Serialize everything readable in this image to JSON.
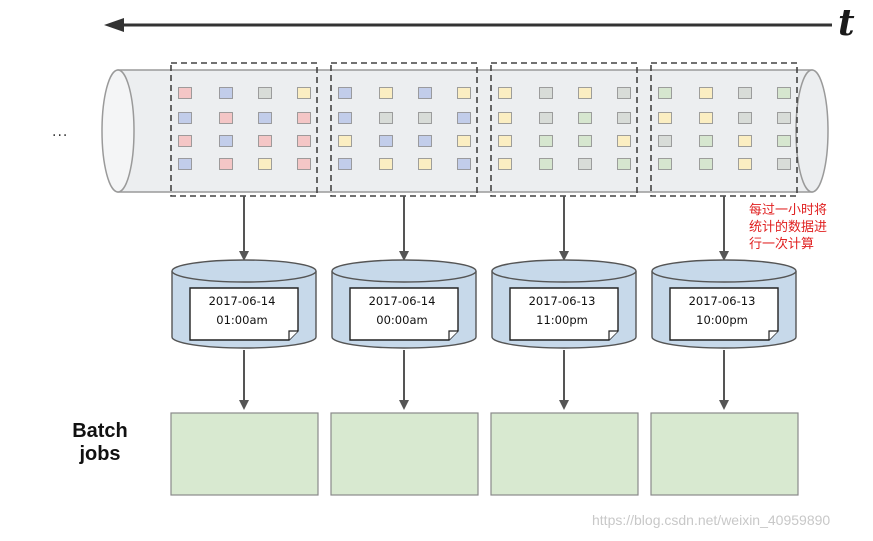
{
  "axis": {
    "label": "t"
  },
  "stream": {
    "ellipsis": "..."
  },
  "annotation": {
    "text": "每过一小时将\n统计的数据进\n行一次计算"
  },
  "windows": [
    {
      "date": "2017-06-14",
      "time": "01:00am",
      "cells": [
        [
          "red",
          "blue",
          "gray",
          "yellow"
        ],
        [
          "blue",
          "red",
          "blue",
          "red"
        ],
        [
          "red",
          "blue",
          "red",
          "red"
        ],
        [
          "blue",
          "red",
          "yellow",
          "red"
        ]
      ]
    },
    {
      "date": "2017-06-14",
      "time": "00:00am",
      "cells": [
        [
          "blue",
          "yellow",
          "blue",
          "yellow"
        ],
        [
          "blue",
          "gray",
          "gray",
          "blue"
        ],
        [
          "yellow",
          "blue",
          "blue",
          "yellow"
        ],
        [
          "blue",
          "yellow",
          "yellow",
          "blue"
        ]
      ]
    },
    {
      "date": "2017-06-13",
      "time": "11:00pm",
      "cells": [
        [
          "yellow",
          "gray",
          "yellow",
          "gray"
        ],
        [
          "yellow",
          "gray",
          "green",
          "gray"
        ],
        [
          "yellow",
          "green",
          "green",
          "yellow"
        ],
        [
          "yellow",
          "green",
          "gray",
          "green"
        ]
      ]
    },
    {
      "date": "2017-06-13",
      "time": "10:00pm",
      "cells": [
        [
          "green",
          "yellow",
          "gray",
          "green"
        ],
        [
          "yellow",
          "yellow",
          "gray",
          "gray"
        ],
        [
          "gray",
          "green",
          "yellow",
          "green"
        ],
        [
          "green",
          "green",
          "yellow",
          "gray"
        ]
      ]
    }
  ],
  "batch_label": "Batch\njobs",
  "watermark": "https://blog.csdn.net/weixin_40959890",
  "colors": {
    "red": "#f4c6c6",
    "blue": "#c2cdea",
    "gray": "#d8dcd8",
    "yellow": "#fbeec2",
    "green": "#d6e6cf",
    "db_fill": "#c7d9ea",
    "batch_fill": "#d8e9d0",
    "annotation": "#e02020"
  }
}
